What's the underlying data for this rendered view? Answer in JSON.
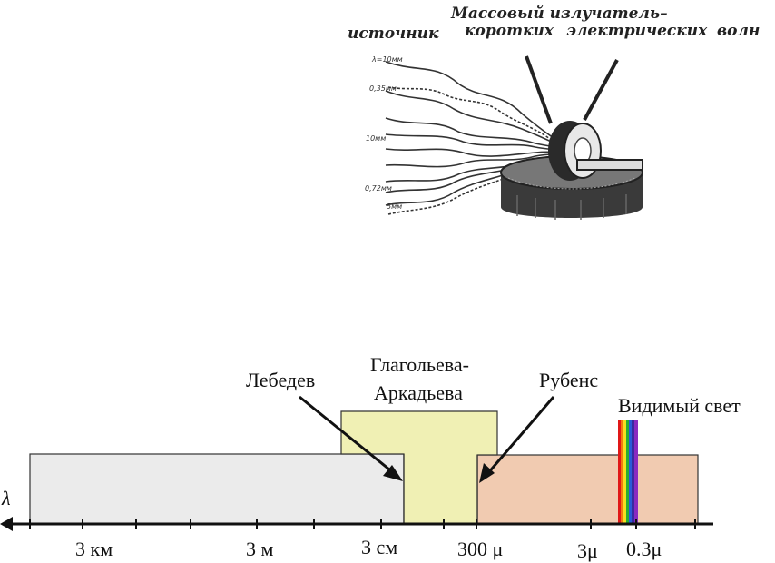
{
  "illustration": {
    "source_label": "источник",
    "title_line1": "Массовый излучатель–",
    "title_line2a": "коротких",
    "title_line2b": "электрических",
    "title_line2c": "волн",
    "wave_labels": [
      "λ=10мм",
      "0,35мм",
      "10мм",
      "0,72мм",
      "5мм"
    ]
  },
  "spectrum": {
    "axis_symbol": "λ",
    "labels": {
      "lebedev": "Лебедев",
      "glagoleva_1": "Глагольева-",
      "glagoleva_2": "Аркадьева",
      "rubens": "Рубенс",
      "visible": "Видимый свет"
    },
    "ticks": [
      "3 км",
      "3 м",
      "3 см",
      "300 μ",
      "3μ",
      "0.3μ"
    ],
    "colors": {
      "lebedev_region": "#ebebeb",
      "glagoleva_region": "#f0f0b4",
      "rubens_region": "#f1cbb1"
    }
  }
}
